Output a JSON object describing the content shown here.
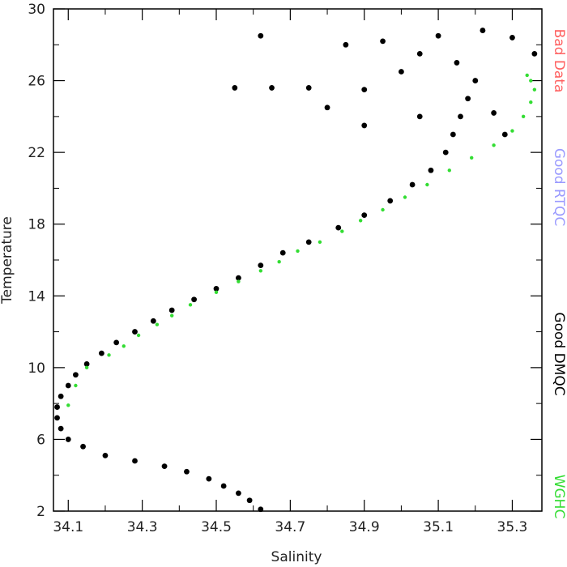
{
  "chart_data": {
    "type": "scatter",
    "title": "",
    "xlabel": "Salinity",
    "ylabel": "Temperature",
    "xlim": [
      34.06,
      35.38
    ],
    "ylim": [
      2,
      30
    ],
    "xticks": [
      "34.1",
      "34.3",
      "34.5",
      "34.7",
      "34.9",
      "35.1",
      "35.3"
    ],
    "xtick_values": [
      34.1,
      34.3,
      34.5,
      34.7,
      34.9,
      35.1,
      35.3
    ],
    "yticks": [
      "2",
      "6",
      "10",
      "14",
      "18",
      "22",
      "26",
      "30"
    ],
    "ytick_values": [
      2,
      6,
      10,
      14,
      18,
      22,
      26,
      30
    ],
    "grid": false,
    "legend": {
      "placement": "right-outside-vertical",
      "entries": [
        {
          "label": "Bad Data",
          "color": "#ff6060"
        },
        {
          "label": "Good RTQC",
          "color": "#9a9aff"
        },
        {
          "label": "Good DMQC",
          "color": "#000000"
        },
        {
          "label": "WGHC",
          "color": "#33dd33"
        }
      ]
    },
    "series": [
      {
        "name": "Good DMQC",
        "color": "#000000",
        "points": [
          [
            34.62,
            2.1
          ],
          [
            34.59,
            2.6
          ],
          [
            34.56,
            3.0
          ],
          [
            34.52,
            3.4
          ],
          [
            34.48,
            3.8
          ],
          [
            34.42,
            4.2
          ],
          [
            34.36,
            4.5
          ],
          [
            34.28,
            4.8
          ],
          [
            34.2,
            5.1
          ],
          [
            34.14,
            5.6
          ],
          [
            34.1,
            6.0
          ],
          [
            34.08,
            6.6
          ],
          [
            34.07,
            7.2
          ],
          [
            34.07,
            7.8
          ],
          [
            34.08,
            8.4
          ],
          [
            34.1,
            9.0
          ],
          [
            34.12,
            9.6
          ],
          [
            34.15,
            10.2
          ],
          [
            34.19,
            10.8
          ],
          [
            34.23,
            11.4
          ],
          [
            34.28,
            12.0
          ],
          [
            34.33,
            12.6
          ],
          [
            34.38,
            13.2
          ],
          [
            34.44,
            13.8
          ],
          [
            34.5,
            14.4
          ],
          [
            34.56,
            15.0
          ],
          [
            34.62,
            15.7
          ],
          [
            34.68,
            16.4
          ],
          [
            34.75,
            17.0
          ],
          [
            34.83,
            17.8
          ],
          [
            34.9,
            18.5
          ],
          [
            34.97,
            19.3
          ],
          [
            35.03,
            20.2
          ],
          [
            35.08,
            21.0
          ],
          [
            35.12,
            22.0
          ],
          [
            35.14,
            23.0
          ],
          [
            35.16,
            24.0
          ],
          [
            35.18,
            25.0
          ],
          [
            35.2,
            26.0
          ],
          [
            35.15,
            27.0
          ],
          [
            35.05,
            27.5
          ],
          [
            34.95,
            28.2
          ],
          [
            34.85,
            28.0
          ],
          [
            35.0,
            26.5
          ],
          [
            34.9,
            25.5
          ],
          [
            35.1,
            28.5
          ],
          [
            35.22,
            28.8
          ],
          [
            35.3,
            28.4
          ],
          [
            35.36,
            27.5
          ],
          [
            34.62,
            28.5
          ],
          [
            34.55,
            25.6
          ],
          [
            34.65,
            25.6
          ],
          [
            34.75,
            25.6
          ],
          [
            34.8,
            24.5
          ],
          [
            34.9,
            23.5
          ],
          [
            35.05,
            24.0
          ],
          [
            35.25,
            24.2
          ],
          [
            35.28,
            23.0
          ]
        ]
      },
      {
        "name": "WGHC",
        "color": "#33dd33",
        "points": [
          [
            34.1,
            7.9
          ],
          [
            34.12,
            9.0
          ],
          [
            34.15,
            10.0
          ],
          [
            34.21,
            10.7
          ],
          [
            34.25,
            11.2
          ],
          [
            34.29,
            11.8
          ],
          [
            34.34,
            12.4
          ],
          [
            34.38,
            12.9
          ],
          [
            34.43,
            13.5
          ],
          [
            34.5,
            14.2
          ],
          [
            34.56,
            14.8
          ],
          [
            34.62,
            15.4
          ],
          [
            34.67,
            15.9
          ],
          [
            34.72,
            16.5
          ],
          [
            34.78,
            17.0
          ],
          [
            34.84,
            17.6
          ],
          [
            34.89,
            18.2
          ],
          [
            34.95,
            18.8
          ],
          [
            35.01,
            19.5
          ],
          [
            35.07,
            20.2
          ],
          [
            35.13,
            21.0
          ],
          [
            35.19,
            21.7
          ],
          [
            35.25,
            22.4
          ],
          [
            35.3,
            23.2
          ],
          [
            35.33,
            24.0
          ],
          [
            35.35,
            24.8
          ],
          [
            35.36,
            25.5
          ],
          [
            35.35,
            26.0
          ],
          [
            35.34,
            26.3
          ]
        ]
      }
    ]
  }
}
